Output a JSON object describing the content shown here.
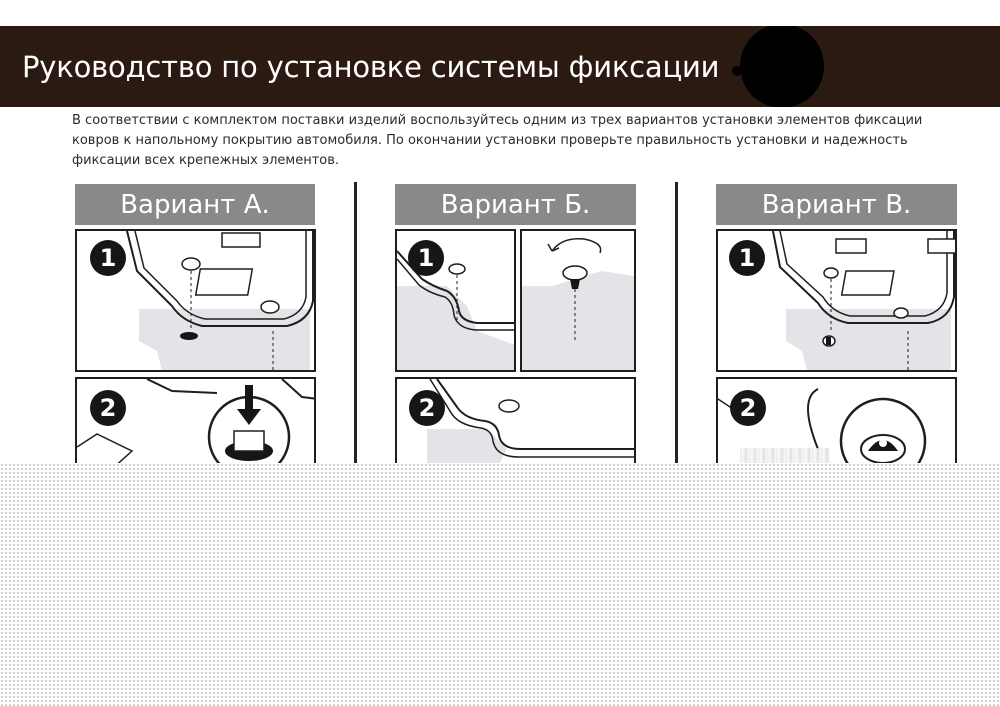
{
  "header": {
    "title": "Руководство по установке системы фиксации"
  },
  "intro": {
    "line1": "В соответствии с комплектом поставки изделий воспользуйтесь одним из трех вариантов установки элементов фиксации",
    "line2": "ковров к напольному покрытию автомобиля. По окончании установки проверьте правильность установки и надежность",
    "line3": "фиксации всех крепежных элементов."
  },
  "variants": [
    {
      "label": "Вариант А.",
      "steps": [
        "1",
        "2"
      ]
    },
    {
      "label": "Вариант Б.",
      "steps": [
        "1",
        "2"
      ]
    },
    {
      "label": "Вариант В.",
      "steps": [
        "1",
        "2"
      ]
    }
  ],
  "colors": {
    "title_bar": "#2b1a12",
    "variant_header": "#898989",
    "floor_fill": "#e3e3e8",
    "line": "#1e1e1e"
  },
  "icons": {
    "step_badge": "filled-circle-number",
    "rotate_arrow": "rotate-arrow-icon",
    "push_arrow": "down-arrow-icon"
  }
}
